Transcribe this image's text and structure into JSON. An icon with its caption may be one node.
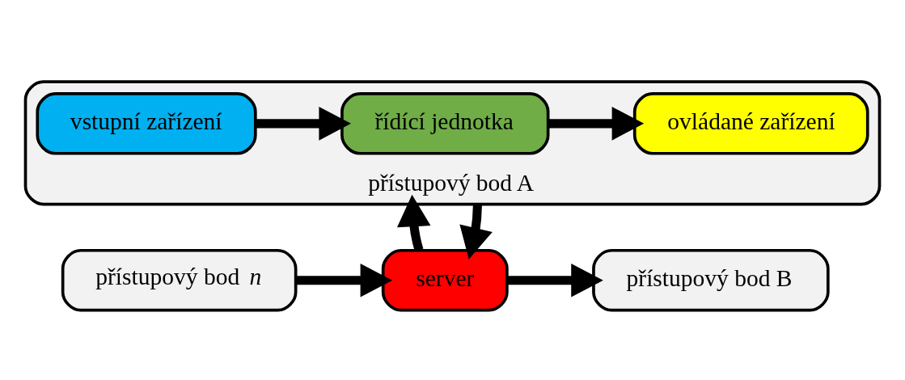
{
  "diagram": {
    "nodes": [
      {
        "text": [
          "přístupový bod A"
        ]
      },
      {
        "text": [
          "vstupní zařízení"
        ],
        "in": 0
      },
      {
        "text": [
          "řídící jednotka"
        ],
        "in": 0
      },
      {
        "text": [
          "ovládané zařízení"
        ],
        "in": 0
      },
      {
        "text": [
          "server"
        ]
      },
      {
        "text": [
          "přístupový bod B"
        ]
      },
      {
        "text": [
          "přístupový bod *n*"
        ]
      }
    ],
    "edges": [
      {
        "from": 1,
        "to": 2,
        "arrow": "to"
      },
      {
        "from": 2,
        "to": 3,
        "arrow": "to"
      },
      {
        "from": 4,
        "to": 0,
        "arrow": "to"
      },
      {
        "from": 0,
        "to": 4,
        "arrow": "to"
      },
      {
        "from": 4,
        "to": 5,
        "arrow": "to"
      },
      {
        "from": 6,
        "to": 4,
        "arrow": "to"
      }
    ]
  }
}
